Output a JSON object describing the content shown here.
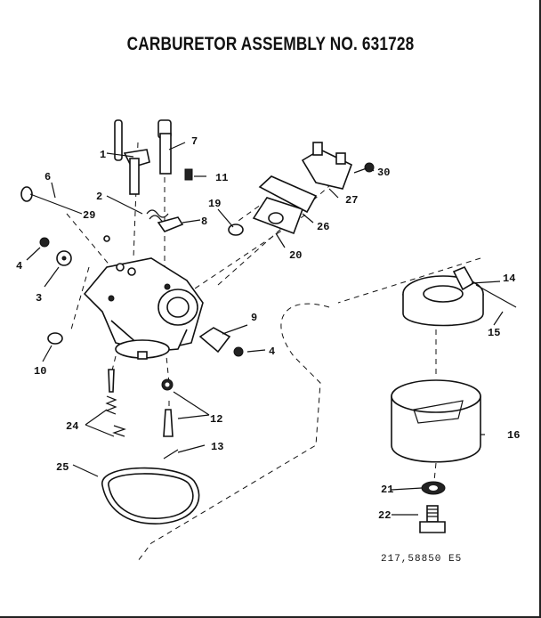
{
  "diagram": {
    "title": "CARBURETOR ASSEMBLY NO. 631728",
    "footer_code": "217,58850 E5",
    "callouts": [
      "1",
      "2",
      "3",
      "4",
      "4",
      "6",
      "7",
      "8",
      "9",
      "10",
      "11",
      "12",
      "13",
      "14",
      "15",
      "16",
      "19",
      "20",
      "21",
      "22",
      "24",
      "25",
      "26",
      "27",
      "29",
      "30"
    ]
  }
}
